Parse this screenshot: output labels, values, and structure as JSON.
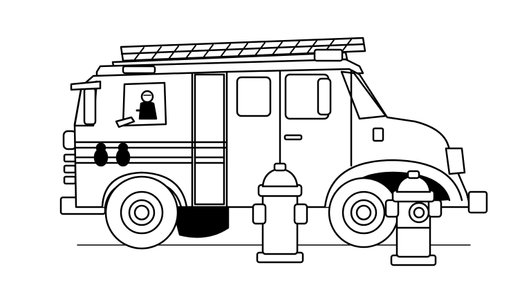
{
  "image": {
    "style": "black-and-white line art coloring page",
    "colors": {
      "ink": "#000000",
      "paper": "#ffffff"
    }
  },
  "scene": {
    "subjects": [
      "fire-truck",
      "fire-hydrant",
      "fire-hydrant",
      "driver"
    ]
  }
}
